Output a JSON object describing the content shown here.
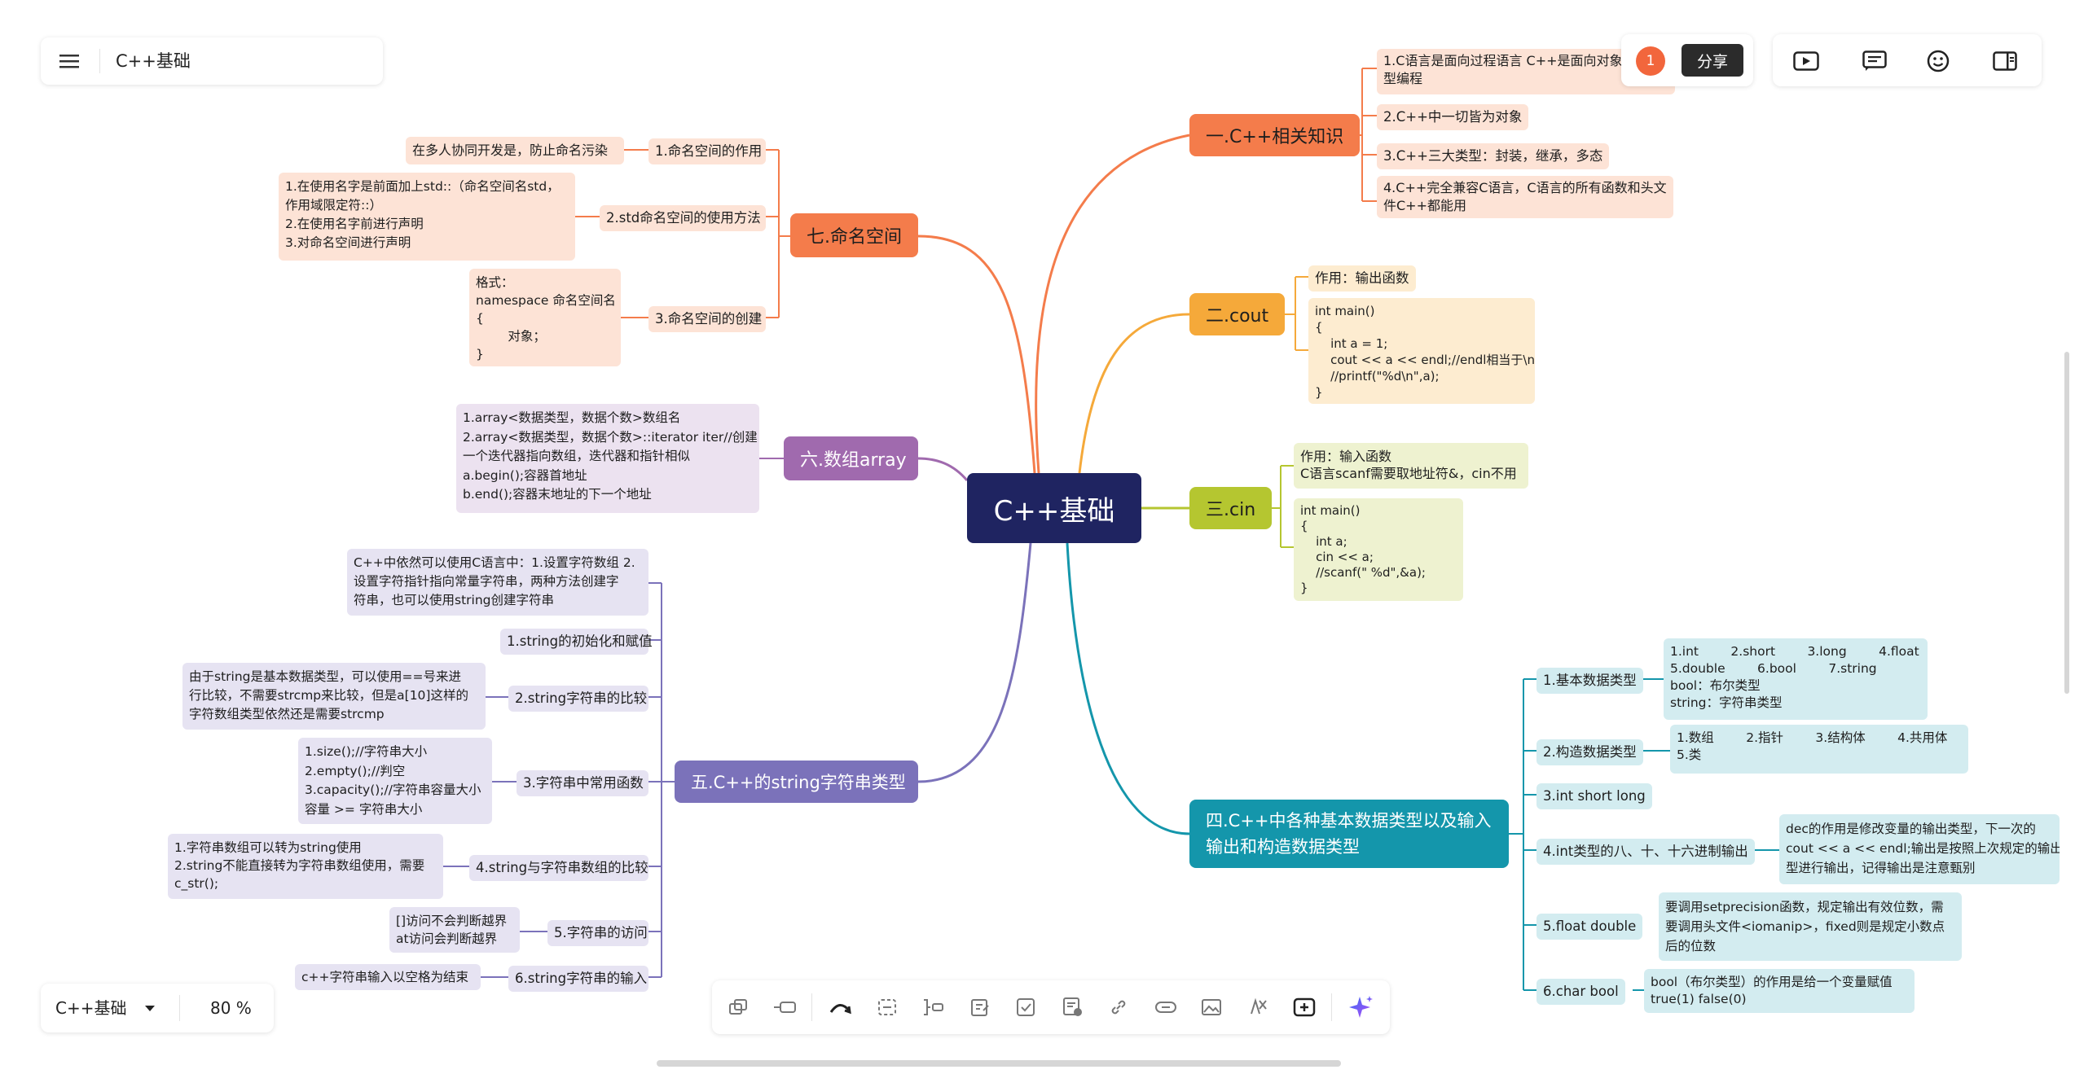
{
  "doc": {
    "title": "C++基础",
    "zoom": "80 %",
    "root": "C++基础"
  },
  "share": {
    "badge": "1",
    "label": "分享"
  },
  "colors": {
    "root": "#1f2461",
    "b1": "#f47c4b",
    "b2": "#f5a93a",
    "b3": "#b5c630",
    "b4": "#1496ab",
    "b5": "#7b72ba",
    "b6": "#a06aae",
    "b7": "#f47c4b"
  },
  "branches": {
    "b1": {
      "title": "一.C++相关知识",
      "items": [
        "1.C语言是面向过程语言 C++是面向对象类\n型编程",
        "2.C++中一切皆为对象",
        "3.C++三大类型：封装，继承，多态",
        "4.C++完全兼容C语言，C语言的所有函数和头文\n件C++都能用"
      ]
    },
    "b2": {
      "title": "二.cout",
      "items": [
        "作用：输出函数",
        "int main()\n{\n    int a = 1;\n    cout << a << endl;//endl相当于\\n\n    //printf(\"%d\\n\",a);\n}"
      ]
    },
    "b3": {
      "title": "三.cin",
      "items": [
        "作用：输入函数\nC语言scanf需要取地址符&，cin不用",
        "int main()\n{\n    int a;\n    cin << a;\n    //scanf(\" %d\",&a);\n}"
      ]
    },
    "b4": {
      "title": "四.C++中各种基本数据类型以及输入\n输出和构造数据类型",
      "subs": [
        {
          "label": "1.基本数据类型",
          "leaf": "1.int        2.short        3.long        4.float\n5.double        6.bool        7.string\nbool：布尔类型\nstring：字符串类型"
        },
        {
          "label": "2.构造数据类型",
          "leaf": "1.数组        2.指针        3.结构体        4.共用体\n5.类"
        },
        {
          "label": "3.int short long",
          "leaf": ""
        },
        {
          "label": "4.int类型的八、十、十六进制输出",
          "leaf": "dec的作用是修改变量的输出类型，下一次的\ncout << a << endl;输出是按照上次规定的输出类\n型进行输出，记得输出是注意甄别"
        },
        {
          "label": "5.float double",
          "leaf": "要调用setprecision函数，规定输出有效位数，需\n要调用头文件<iomanip>，fixed则是规定小数点\n后的位数"
        },
        {
          "label": "6.char bool",
          "leaf": "bool（布尔类型）的作用是给一个变量赋值\ntrue(1) false(0)"
        }
      ]
    },
    "b5": {
      "title": "五.C++的string字符串类型",
      "intro": "C++中依然可以使用C语言中：1.设置字符数组 2.\n设置字符指针指向常量字符串，两种方法创建字\n符串，也可以使用string创建字符串",
      "subs": [
        {
          "label": "1.string的初始化和赋值",
          "leaf": ""
        },
        {
          "label": "2.string字符串的比较",
          "leaf": "由于string是基本数据类型，可以使用==号来进\n行比较，不需要strcmp来比较，但是a[10]这样的\n字符数组类型依然还是需要strcmp"
        },
        {
          "label": "3.字符串中常用函数",
          "leaf": "1.size();//字符串大小\n2.empty();//判空\n3.capacity();//字符串容量大小\n容量 >= 字符串大小"
        },
        {
          "label": "4.string与字符串数组的比较",
          "leaf": "1.字符串数组可以转为string使用\n2.string不能直接转为字符串数组使用，需要\nc_str();"
        },
        {
          "label": "5.字符串的访问",
          "leaf": "[]访问不会判断越界\nat访问会判断越界"
        },
        {
          "label": "6.string字符串的输入",
          "leaf": "c++字符串输入以空格为结束"
        }
      ]
    },
    "b6": {
      "title": "六.数组array",
      "leaf": "1.array<数据类型，数据个数>数组名\n2.array<数据类型，数据个数>::iterator iter//创建\n一个迭代器指向数组，迭代器和指针相似\na.begin();容器首地址\nb.end();容器末地址的下一个地址"
    },
    "b7": {
      "title": "七.命名空间",
      "subs": [
        {
          "label": "1.命名空间的作用",
          "leaf": "在多人协同开发是，防止命名污染"
        },
        {
          "label": "2.std命名空间的使用方法",
          "leaf": "1.在使用名字是前面加上std::（命名空间名std，\n作用域限定符::）\n2.在使用名字前进行声明\n3.对命名空间进行声明"
        },
        {
          "label": "3.命名空间的创建",
          "leaf": "格式：\nnamespace 命名空间名\n{\n        对象；\n}"
        }
      ]
    }
  },
  "toolbar": [
    "history-icon",
    "connector-icon",
    "curve-icon",
    "frame-icon",
    "summary-icon",
    "note-icon",
    "task-icon",
    "comment-icon",
    "link-icon",
    "relation-icon",
    "image-icon",
    "formula-icon",
    "insert-icon",
    "ai-sparkle-icon"
  ],
  "topright_icons": [
    "present-icon",
    "outline-icon",
    "emoji-icon",
    "panel-icon"
  ]
}
